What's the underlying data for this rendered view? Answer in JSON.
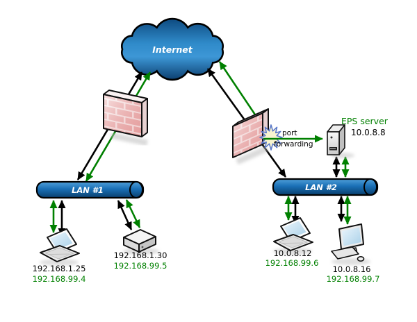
{
  "colors": {
    "green": "#008000",
    "black": "#000000",
    "cloud-top": "#0e4a80",
    "cloud-mid": "#2f8ac9",
    "cloud-bottom": "#0c3f70",
    "lan-top": "#4f9fd9",
    "lan-mid": "#1a6fb5",
    "lan-bottom": "#093f6d",
    "brick": "#eeb2b2",
    "starburst-fill": "#f8f4cf",
    "starburst-stroke": "#5b79c9"
  },
  "internet": {
    "label": "Internet"
  },
  "lan1": {
    "label": "LAN #1"
  },
  "lan2": {
    "label": "LAN #2"
  },
  "port_forwarding": {
    "line1": "port",
    "line2": "forwarding"
  },
  "eps_server": {
    "name": "EPS server",
    "ip": "10.0.8.8"
  },
  "devices": {
    "laptop1": {
      "ip": "192.168.1.25",
      "vpn_ip": "192.168.99.4"
    },
    "desktop1": {
      "ip": "192.168.1.30",
      "vpn_ip": "192.168.99.5"
    },
    "laptop2": {
      "ip": "10.0.8.12",
      "vpn_ip": "192.168.99.6"
    },
    "workstation1": {
      "ip": "10.0.8.16",
      "vpn_ip": "192.168.99.7"
    }
  }
}
